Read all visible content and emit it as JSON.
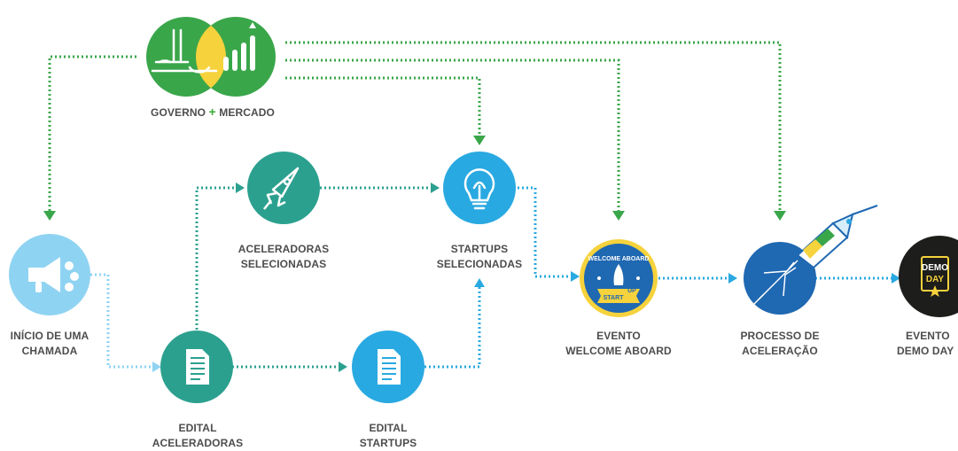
{
  "colors": {
    "green": "#3aa64a",
    "green_dots": "#3aa64a",
    "teal": "#2ca08f",
    "blue": "#29a9e1",
    "light_blue": "#8fd3f2",
    "navy": "#1f68b2",
    "yellow": "#f6d23c",
    "text": "#4d4d4d",
    "black": "#1d1d1b"
  },
  "governo": {
    "left": "GOVERNO",
    "plus": "+",
    "right": "MERCADO"
  },
  "nodes": {
    "inicio": {
      "line1": "INÍCIO DE UMA",
      "line2": "CHAMADA",
      "icon": "megaphone-icon"
    },
    "edital_aceleradoras": {
      "line1": "EDITAL",
      "line2": "ACELERADORAS",
      "icon": "document-icon"
    },
    "aceleradoras": {
      "line1": "ACELERADORAS",
      "line2": "SELECIONADAS",
      "icon": "rocket-icon"
    },
    "edital_startups": {
      "line1": "EDITAL",
      "line2": "STARTUPS",
      "icon": "document-icon"
    },
    "startups": {
      "line1": "STARTUPS",
      "line2": "SELECIONADAS",
      "icon": "lightbulb-icon"
    },
    "welcome": {
      "line1": "EVENTO",
      "line2": "WELCOME ABOARD",
      "badge_text": "WELCOME ABOARD",
      "ribbon_start": "START",
      "ribbon_up": "UP",
      "icon": "welcome-badge-icon"
    },
    "aceleracao": {
      "line1": "PROCESSO DE",
      "line2": "ACELERAÇÃO",
      "icon": "rocket-launch-icon"
    },
    "demoday": {
      "line1": "EVENTO",
      "line2": "DEMO DAY",
      "badge_line1": "DEMO",
      "badge_line2": "DAY",
      "icon": "demo-day-badge-icon"
    }
  }
}
